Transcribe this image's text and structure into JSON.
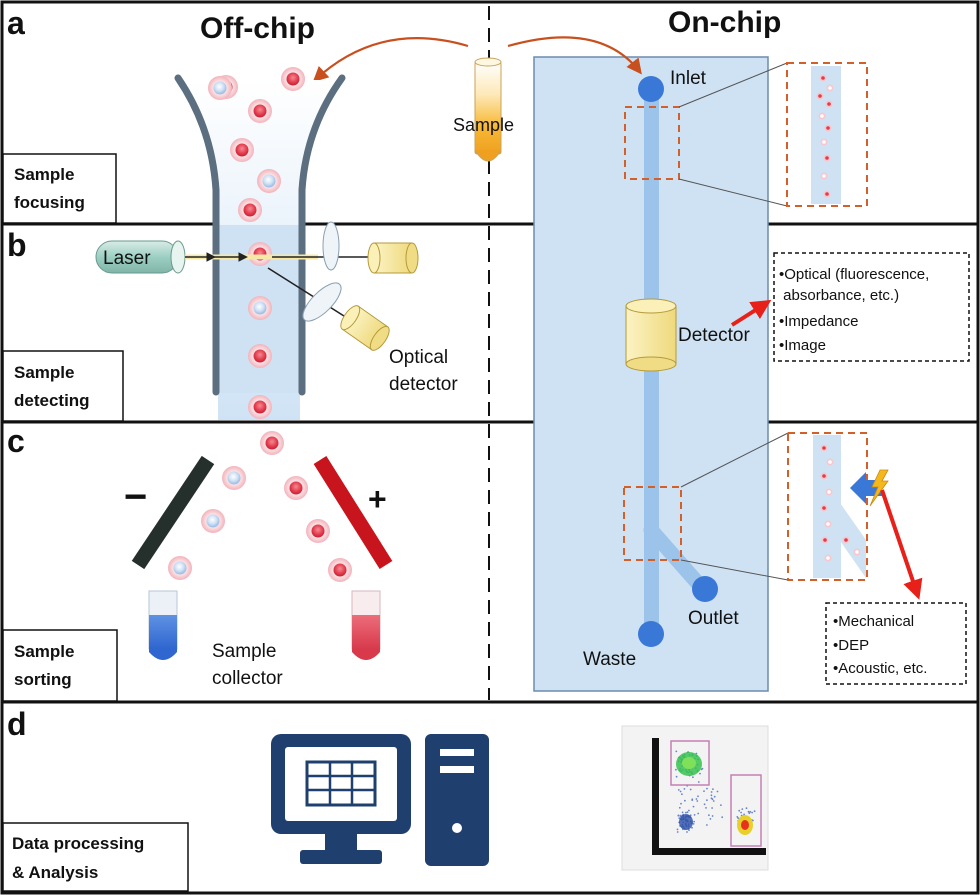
{
  "panels": {
    "a": {
      "letter": "a",
      "label_line1": "Sample",
      "label_line2": "focusing"
    },
    "b": {
      "letter": "b",
      "label_line1": "Sample",
      "label_line2": "detecting"
    },
    "c": {
      "letter": "c",
      "label_line1": "Sample",
      "label_line2": "sorting"
    },
    "d": {
      "letter": "d",
      "label_line1": "Data processing",
      "label_line2": "& Analysis"
    }
  },
  "headers": {
    "off_chip": "Off-chip",
    "on_chip": "On-chip"
  },
  "off_chip": {
    "sample": "Sample",
    "laser": "Laser",
    "optical_detector_line1": "Optical",
    "optical_detector_line2": "detector",
    "minus": "−",
    "plus": "+",
    "collector_line1": "Sample",
    "collector_line2": "collector"
  },
  "on_chip": {
    "inlet": "Inlet",
    "detector": "Detector",
    "outlet": "Outlet",
    "waste": "Waste"
  },
  "detection_methods": [
    "•Optical (fluorescence,",
    " absorbance, etc.)",
    "•Impedance",
    "•Image"
  ],
  "sorting_methods": [
    "•Mechanical",
    "•DEP",
    "•Acoustic, etc."
  ],
  "colors": {
    "chip_fill": "#cfe2f4",
    "channel": "#9cc3ea",
    "port": "#3a78d8",
    "cell_ring": "#f2b8bf",
    "cell_core": "#e23b4c",
    "arrow_orange": "#c8501e",
    "arrow_red": "#e8201a",
    "dashed_orange": "#d2602a",
    "monitor": "#1f3f6e",
    "blue_tube": "#3f78d8",
    "red_tube": "#e04a5a",
    "detector_yellow": "#f5e8a0"
  }
}
